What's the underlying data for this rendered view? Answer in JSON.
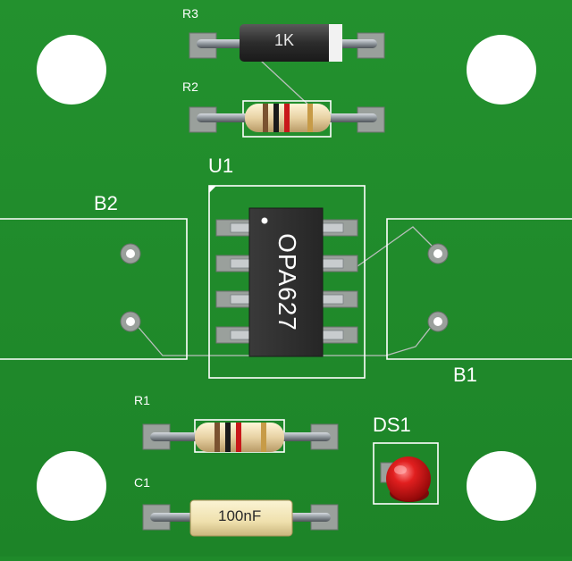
{
  "board": {
    "colors": {
      "pcb": "#1f8a2a",
      "silkscreen": "#ffffff",
      "pad": "#9aa09c",
      "chip": "#2e2e2e",
      "led": "#d81818"
    },
    "components": {
      "r3": {
        "designator": "R3",
        "marking": "1K"
      },
      "r2": {
        "designator": "R2"
      },
      "u1": {
        "designator": "U1",
        "marking": "OPA627"
      },
      "b2": {
        "designator": "B2"
      },
      "b1": {
        "designator": "B1"
      },
      "r1": {
        "designator": "R1"
      },
      "c1": {
        "designator": "C1",
        "marking": "100nF"
      },
      "ds1": {
        "designator": "DS1"
      }
    }
  }
}
